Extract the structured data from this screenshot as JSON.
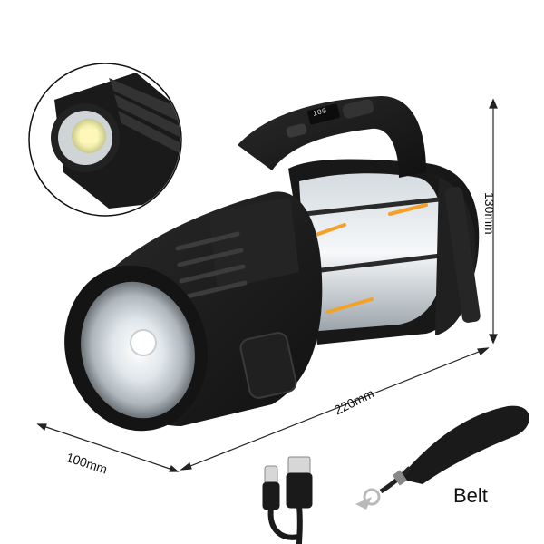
{
  "product": {
    "display_text": "100",
    "dimensions": {
      "length": "220mm",
      "width": "100mm",
      "height": "130mm"
    },
    "accessories": {
      "belt_label": "Belt"
    },
    "colors": {
      "body": "#1c1c1c",
      "lens": "#e9eef2",
      "amber": "#f2a12b",
      "dimension_line": "#222222"
    }
  }
}
